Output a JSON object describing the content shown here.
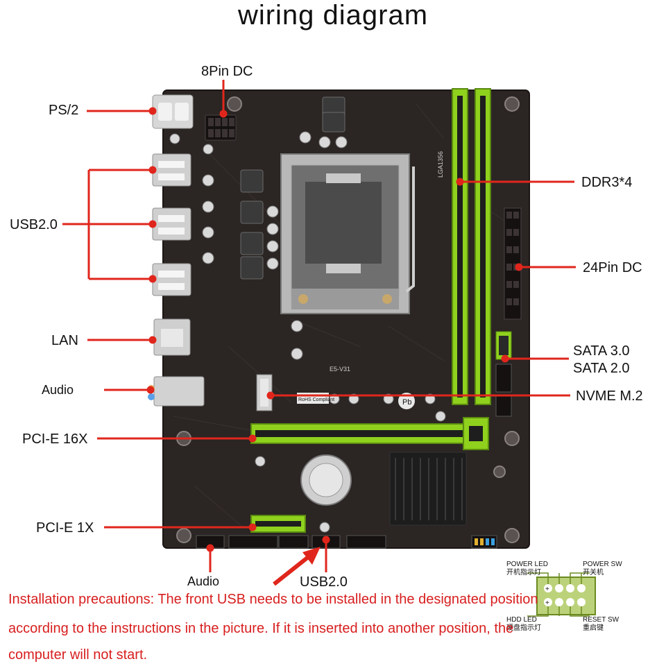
{
  "title": "wiring diagram",
  "labels": {
    "dc8": "8Pin DC",
    "ps2": "PS/2",
    "usb_rear": "USB2.0",
    "lan": "LAN",
    "audio_rear": "Audio",
    "pcie16": "PCI-E 16X",
    "pcie1": "PCI-E 1X",
    "ddr3": "DDR3*4",
    "dc24": "24Pin DC",
    "sata3": "SATA 3.0",
    "sata2": "SATA 2.0",
    "nvme": "NVME M.2",
    "audio_front": "Audio",
    "usb_front": "USB2.0"
  },
  "board_marks": {
    "socket": "LGA1356",
    "model": "E5-V31",
    "rohs": "RoHS Compliant",
    "pb": "Pb"
  },
  "panel_header": {
    "power_led": "POWER LED",
    "power_led_cn": "开机指示灯",
    "power_sw": "POWER SW",
    "power_sw_cn": "开关机",
    "hdd_led": "HDD LED",
    "hdd_led_cn": "硬盘指示灯",
    "reset_sw": "RESET SW",
    "reset_sw_cn": "重启键"
  },
  "note": {
    "line1": "Installation precautions: The front USB needs to be installed in the designated position",
    "line2": "according to the instructions in the picture. If it is inserted into another position, the",
    "line3": "computer will not start."
  },
  "colors": {
    "pcb": "#2b2523",
    "slot_green": "#8fd11d",
    "callout": "#e0261c",
    "note": "#d81e1e"
  }
}
